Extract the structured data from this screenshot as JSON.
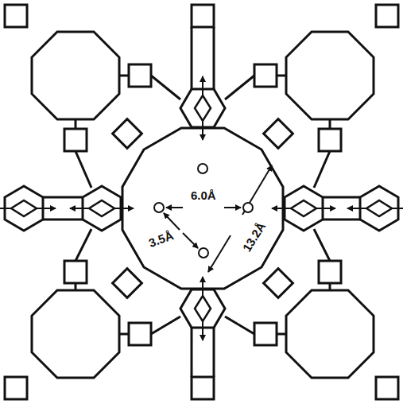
{
  "diagram": {
    "labels": [
      "6.0Å",
      "3.5Å",
      "13.2Å"
    ]
  }
}
